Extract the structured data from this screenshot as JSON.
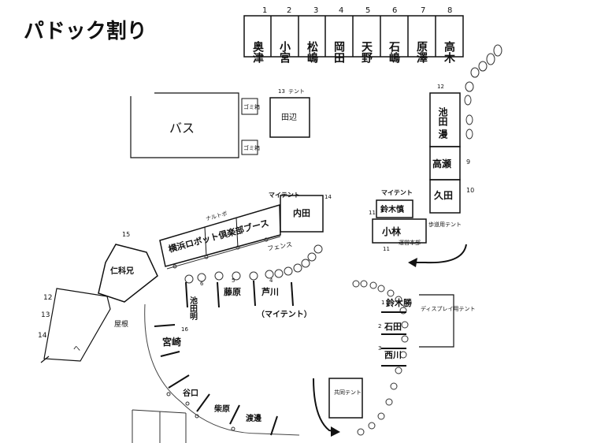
{
  "title": "パドック割り",
  "corner_note": "",
  "top_row": {
    "numbers": [
      "1",
      "2",
      "3",
      "4",
      "5",
      "6",
      "7",
      "8"
    ],
    "names": [
      "奥津",
      "小宮",
      "松嶋",
      "岡田",
      "天野",
      "石嶋",
      "原澤",
      "高木"
    ]
  },
  "bus": "バス",
  "tent_label": "テント",
  "toilet_label_1": "ゴミ箱",
  "toilet_label_2": "ゴミ箱",
  "tanabe": {
    "num": "13",
    "name": "田辺"
  },
  "right_column": {
    "ikeda_num": "12",
    "ikeda_name": "池田 漫",
    "takase": "高瀬",
    "takase_num": "9",
    "kubota": "久田",
    "kubota_num": "10"
  },
  "my_tent_1": "マイテント",
  "my_tent_2": "マイテント",
  "my_tent_3": "（マイテント）",
  "uchida": {
    "name": "内田",
    "num": "14"
  },
  "suzuki_suzu": {
    "name": "鈴木慎",
    "num": "11"
  },
  "kobayashi": {
    "name": "小林",
    "num": "11"
  },
  "kobayashi_note": "運営本部",
  "sidewalk_note": "歩道用テント",
  "booth": {
    "title": "横浜ロボット倶楽部ブース",
    "note": "ナルトボ"
  },
  "fence": "フェンス",
  "nishina": {
    "num": "15",
    "name": "仁科兄"
  },
  "left_numbers": [
    "12",
    "13",
    "14"
  ],
  "left_letter": "へ",
  "yane": "屋根",
  "inner_row": [
    {
      "num": "6",
      "name": "池田明"
    },
    {
      "num": "5",
      "name": "藤原"
    },
    {
      "num": "4",
      "name": "芦川"
    }
  ],
  "miyazaki": {
    "name": "宮崎",
    "num": "16"
  },
  "taniguchi": "谷口",
  "shibahara": "柴原",
  "watanabe": "渡邊",
  "right_lower": [
    {
      "num": "1",
      "name": "鈴木勝"
    },
    {
      "num": "2",
      "name": "石田"
    },
    {
      "num": "3",
      "name": "西川"
    }
  ],
  "display_tent": "ディスプレイ用テント",
  "shared_tent": "共同テント"
}
